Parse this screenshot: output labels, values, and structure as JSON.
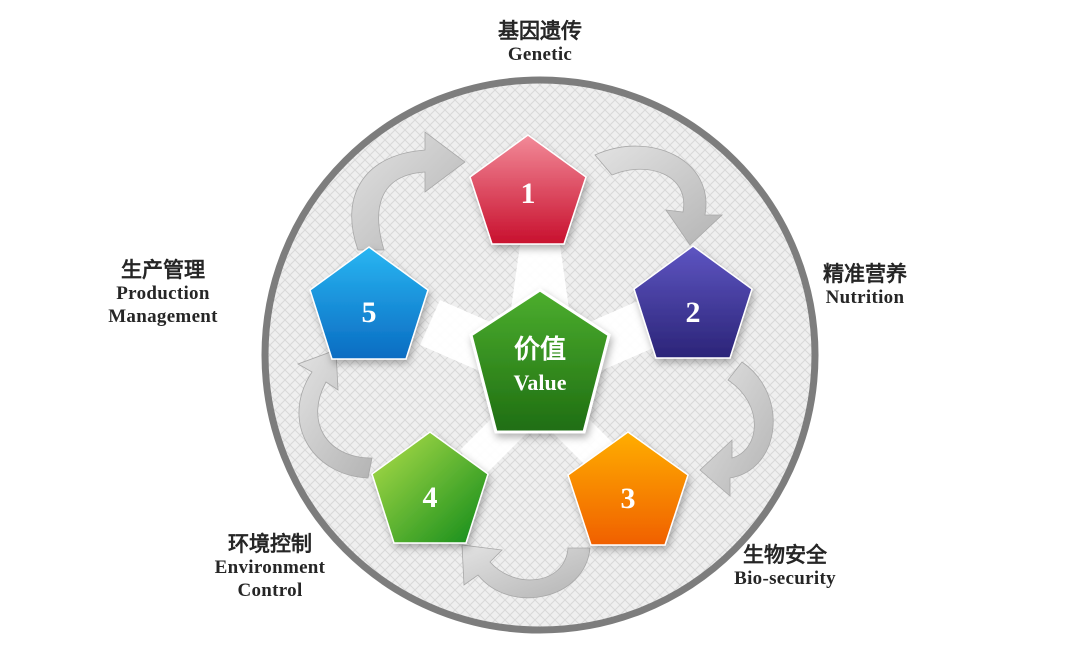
{
  "center": {
    "zh": "价值",
    "en": "Value"
  },
  "nodes": [
    {
      "number": "1",
      "zh": "基因遗传",
      "en": "Genetic",
      "color_top": "#f07a8c",
      "color_bottom": "#c8102e"
    },
    {
      "number": "2",
      "zh": "精准营养",
      "en": "Nutrition",
      "color_top": "#6e5cc8",
      "color_bottom": "#2f2a86"
    },
    {
      "number": "3",
      "zh": "生物安全",
      "en": "Bio-security",
      "color_top": "#ffb400",
      "color_bottom": "#f05a00"
    },
    {
      "number": "4",
      "zh": "环境控制",
      "en_line1": "Environment",
      "en_line2": "Control",
      "color_top": "#9ad33c",
      "color_bottom": "#128a1a"
    },
    {
      "number": "5",
      "zh": "生产管理",
      "en_line1": "Production",
      "en_line2": "Management",
      "color_top": "#2ab4f0",
      "color_bottom": "#0a6cc0"
    }
  ],
  "colors": {
    "center": "#2e8b1e",
    "ring": "#7a7a7a",
    "arrow": "#c8c8c8"
  }
}
